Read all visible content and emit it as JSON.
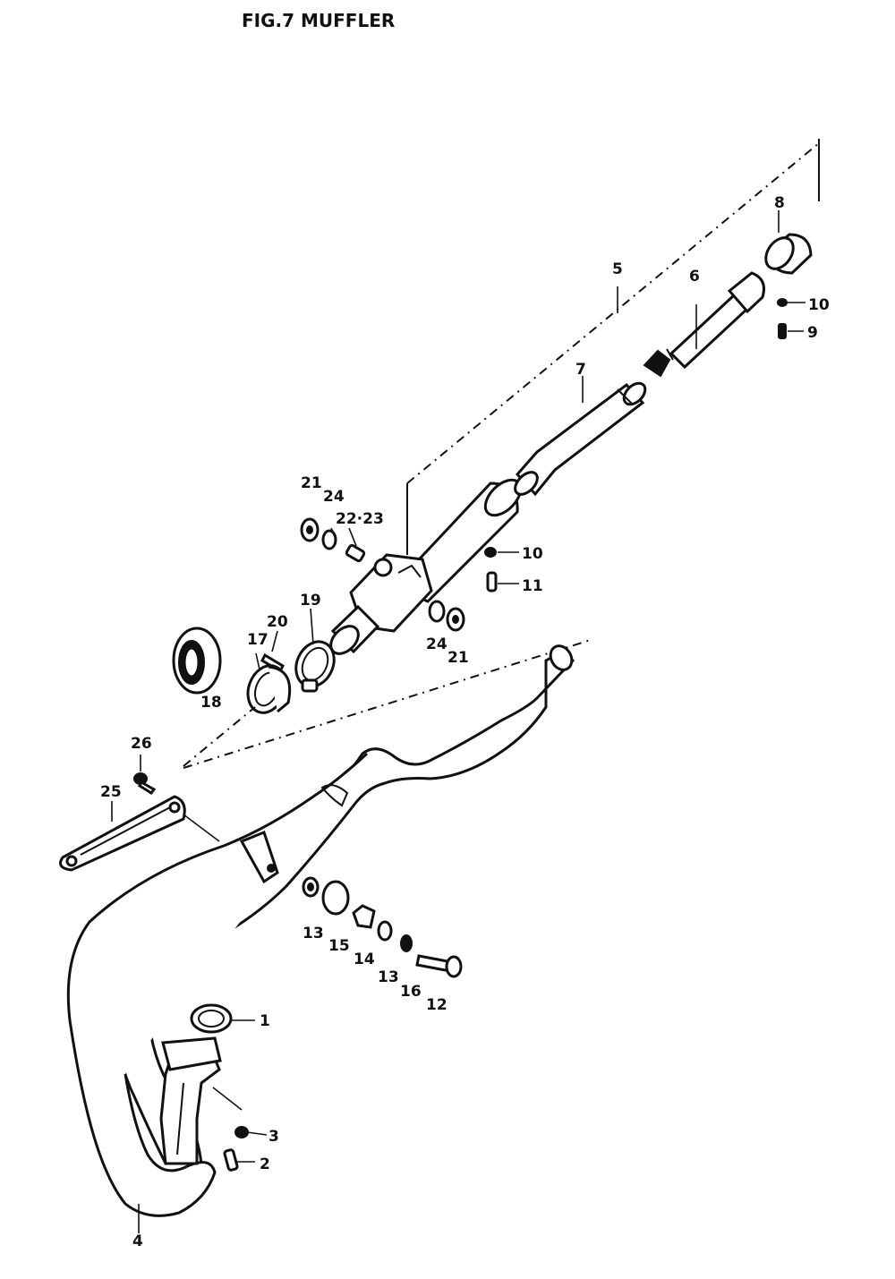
{
  "title": "FIG.7  MUFFLER",
  "callouts": {
    "c1": "1",
    "c2": "2",
    "c3": "3",
    "c4": "4",
    "c5": "5",
    "c6": "6",
    "c7": "7",
    "c8": "8",
    "c9": "9",
    "c10a": "10",
    "c10b": "10",
    "c11": "11",
    "c12": "12",
    "c13a": "13",
    "c13b": "13",
    "c14": "14",
    "c15": "15",
    "c16": "16",
    "c17": "17",
    "c18": "18",
    "c19": "19",
    "c20": "20",
    "c21a": "21",
    "c21b": "21",
    "c22_23": "22·23",
    "c24a": "24",
    "c24b": "24",
    "c25": "25",
    "c26": "26"
  }
}
